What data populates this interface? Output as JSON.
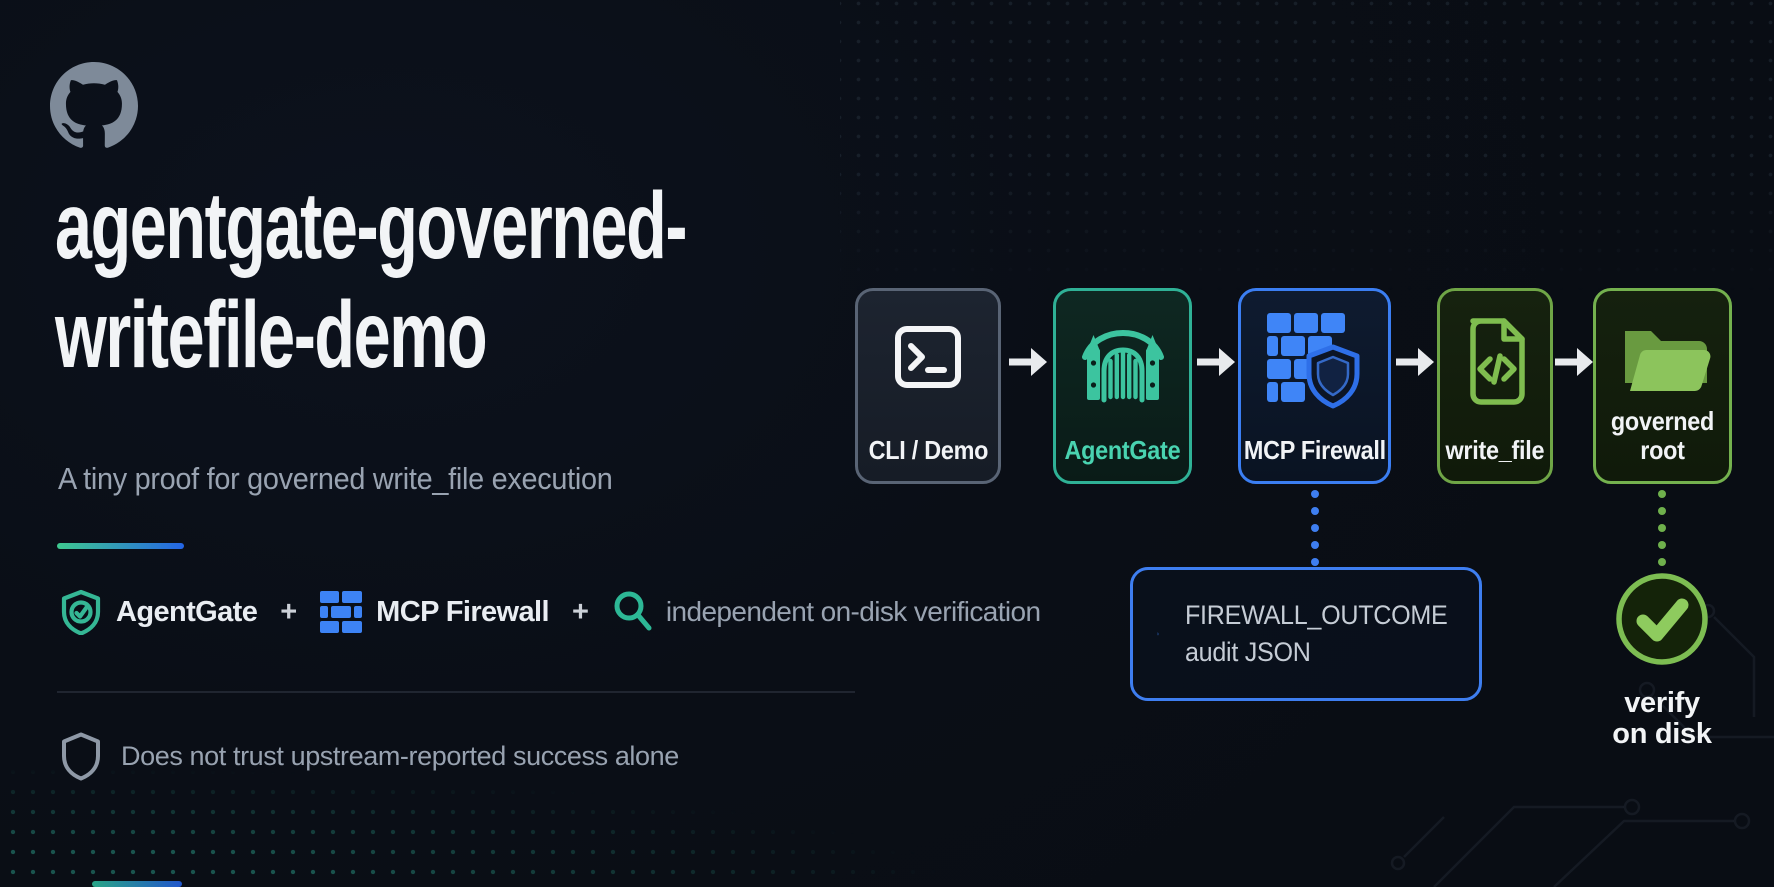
{
  "banner": {
    "title_line1": "agentgate-governed-",
    "title_line2": "writefile-demo",
    "subtitle": "A tiny proof for governed write_file execution"
  },
  "features": {
    "agentgate": "AgentGate",
    "separator": "+",
    "firewall": "MCP Firewall",
    "verification": "independent on-disk verification"
  },
  "note": {
    "text": "Does not trust upstream-reported success alone"
  },
  "flow": {
    "nodes": [
      {
        "label": "CLI / Demo",
        "icon": "terminal-icon",
        "accent": "#596475"
      },
      {
        "label": "AgentGate",
        "icon": "gate-icon",
        "accent": "#2fb196"
      },
      {
        "label": "MCP Firewall",
        "icon": "brick-wall-shield-icon",
        "accent": "#3b7ef2"
      },
      {
        "label": "write_file",
        "icon": "file-code-icon",
        "accent": "#6fa546"
      },
      {
        "label": "governed root",
        "icon": "open-folder-icon",
        "accent": "#74b14e"
      }
    ],
    "audit_box": {
      "icon": "json-file-icon",
      "line1": "FIREWALL_OUTCOME",
      "line2": "audit JSON"
    },
    "verify": {
      "icon": "check-circle-icon",
      "line1": "verify",
      "line2": "on disk"
    }
  },
  "colors": {
    "background": "#0a0e16",
    "title": "#f2f4f6",
    "muted_text": "#99a3b1",
    "teal": "#35b795",
    "blue": "#3e7ef0",
    "green": "#7dbd52",
    "underline_gradient_start": "#3ec98f",
    "underline_gradient_end": "#2465e6"
  },
  "logo": "github-octocat-logo"
}
